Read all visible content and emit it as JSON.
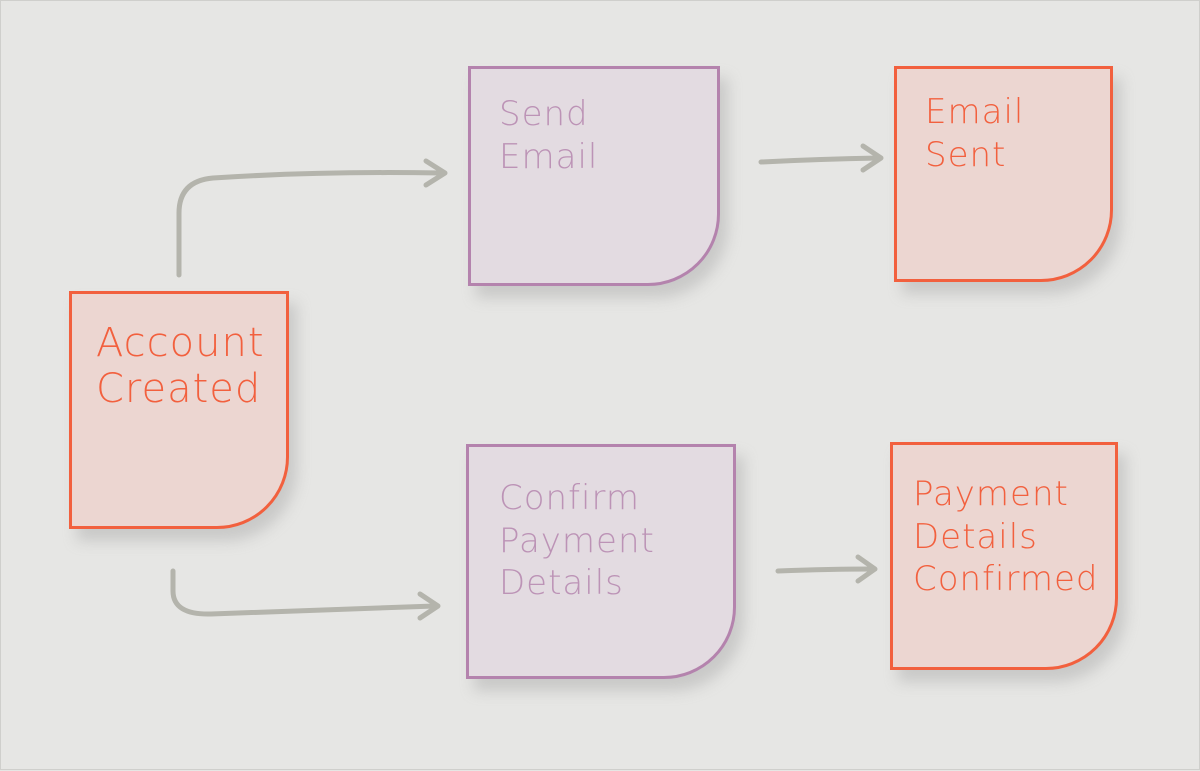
{
  "diagram": {
    "notes": {
      "account_created": {
        "text": "Account\nCreated",
        "kind": "event"
      },
      "send_email": {
        "text": "Send\nEmail",
        "kind": "command"
      },
      "email_sent": {
        "text": "Email\nSent",
        "kind": "event"
      },
      "confirm_payment": {
        "text": "Confirm\nPayment\nDetails",
        "kind": "command"
      },
      "payment_confirmed": {
        "text": "Payment\nDetails\nConfirmed",
        "kind": "event"
      }
    },
    "colors": {
      "background": "#e6e6e4",
      "event_fill": "#ecd6d1",
      "event_border": "#f2603e",
      "command_fill": "#e3dbe1",
      "command_border": "#b483ad",
      "arrow": "#b4b4ac"
    }
  }
}
